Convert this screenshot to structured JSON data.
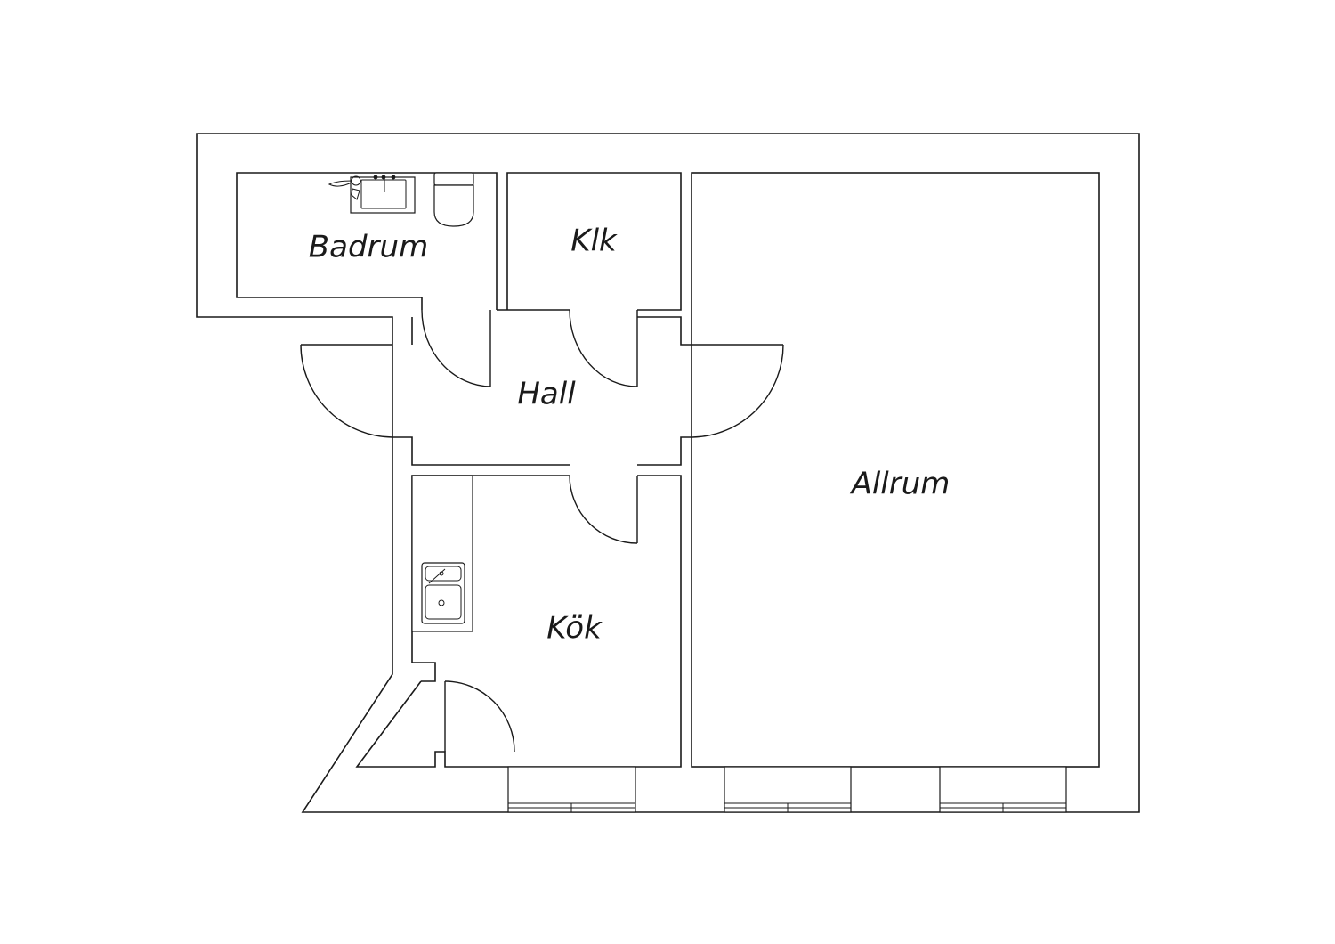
{
  "rooms": {
    "badrum": "Badrum",
    "klk": "Klk",
    "hall": "Hall",
    "allrum": "Allrum",
    "kok": "Kök"
  },
  "colors": {
    "line": "#1a1a1a",
    "background": "#ffffff"
  }
}
